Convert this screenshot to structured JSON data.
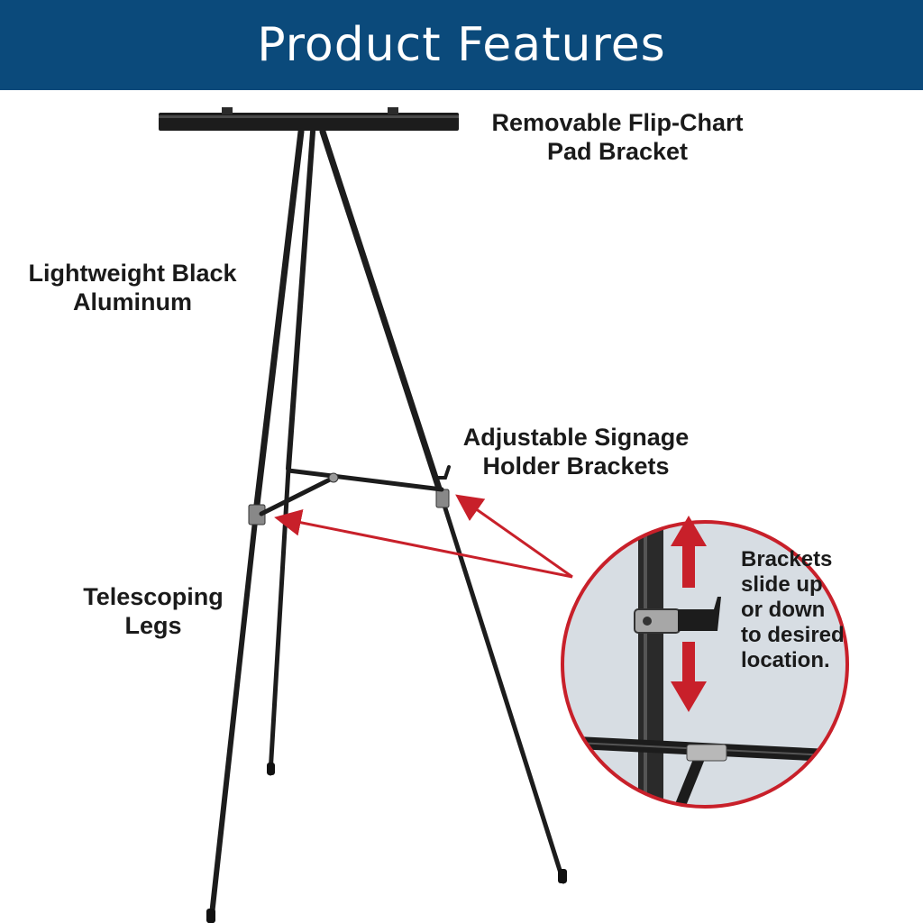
{
  "header": {
    "title": "Product Features"
  },
  "callouts": {
    "flip_chart": {
      "line1": "Removable Flip-Chart",
      "line2": "Pad Bracket"
    },
    "aluminum": {
      "line1": "Lightweight Black",
      "line2": "Aluminum"
    },
    "signage": {
      "line1": "Adjustable Signage",
      "line2": "Holder Brackets"
    },
    "legs": {
      "line1": "Telescoping",
      "line2": "Legs"
    }
  },
  "zoom_detail": {
    "lines": [
      "Brackets",
      "slide up",
      "or down",
      "to desired",
      "location."
    ]
  },
  "colors": {
    "header_bg": "#0b4a7b",
    "accent_red": "#c8202a",
    "zoom_bg": "#d7dde3",
    "easel": "#1c1c1c"
  },
  "icons": [
    "easel-illustration",
    "arrow-up-icon",
    "arrow-down-icon",
    "pointer-arrow-icon"
  ]
}
